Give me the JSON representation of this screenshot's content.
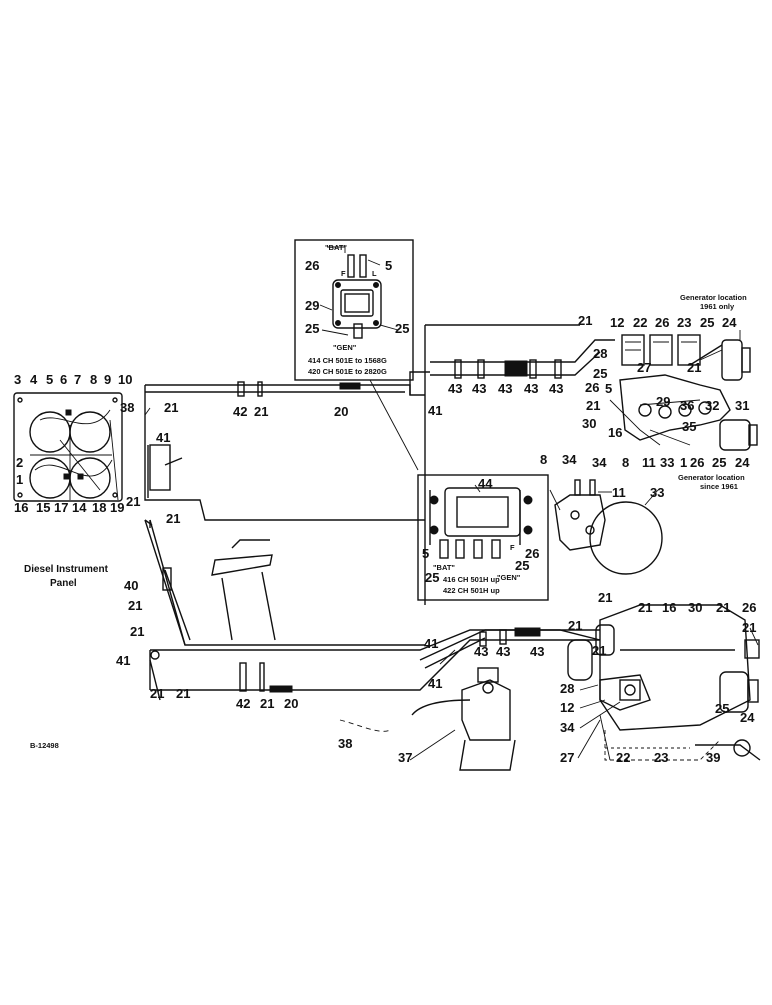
{
  "callouts": {
    "p3": "3",
    "p4": "4",
    "p5": "5",
    "p6": "6",
    "p7": "7",
    "p8": "8",
    "p9": "9",
    "p10": "10",
    "p38": "38",
    "p2": "2",
    "p1": "1",
    "p16": "16",
    "p15": "15",
    "p17": "17",
    "p14": "14",
    "p18": "18",
    "p19": "19",
    "top21a": "21",
    "top42": "42",
    "top21b": "21",
    "top20": "20",
    "left41": "41",
    "left21a": "21",
    "left21b": "21",
    "mid41": "41",
    "top43a": "43",
    "top43b": "43",
    "top43c": "43",
    "top43d": "43",
    "top43e": "43",
    "ins1_26": "26",
    "ins1_5": "5",
    "ins1_29": "29",
    "ins1_25a": "25",
    "ins1_25b": "25",
    "r21a": "21",
    "r12": "12",
    "r22": "22",
    "r26a": "26",
    "r23": "23",
    "r25a": "25",
    "r24a": "24",
    "r28": "28",
    "r27": "27",
    "r21b": "21",
    "r25b": "25",
    "r26b": "26",
    "r5": "5",
    "r29": "29",
    "r36": "36",
    "r32": "32",
    "r31": "31",
    "r21c": "21",
    "r30": "30",
    "r16": "16",
    "r35": "35",
    "r34": "34",
    "r8": "8",
    "r11": "11",
    "r33": "33",
    "r1": "1",
    "r26c": "26",
    "r25c": "25",
    "r24b": "24",
    "ins2_44": "44",
    "ins2_5": "5",
    "ins2_26": "26",
    "ins2_25a": "25",
    "ins2_25b": "25",
    "c8": "8",
    "c34": "34",
    "c11": "11",
    "c33": "33",
    "l40": "40",
    "l21a": "21",
    "l21b": "21",
    "l41": "41",
    "l21c": "21",
    "l21d": "21",
    "b42": "42",
    "b21": "21",
    "b20": "20",
    "b41a": "41",
    "b43a": "43",
    "b43b": "43",
    "b43c": "43",
    "b41b": "41",
    "b21a": "21",
    "b21b": "21",
    "b21c": "21",
    "b16": "16",
    "b30": "30",
    "b21d": "21",
    "b26": "26",
    "b21e": "21",
    "b21f": "21",
    "b28": "28",
    "b12": "12",
    "b34": "34",
    "b27": "27",
    "b22": "22",
    "b23": "23",
    "b39": "39",
    "b25": "25",
    "b24": "24",
    "b38": "38",
    "b37": "37"
  },
  "labels": {
    "panel_title_line1": "Diesel Instrument",
    "panel_title_line2": "Panel",
    "ins1_bat": "\"BAT\"",
    "ins1_gen": "\"GEN\"",
    "ins1_f": "F",
    "ins1_l": "L",
    "ins1_line1": "414 CH 501E to 1568G",
    "ins1_line2": "420 CH 501E to 2820G",
    "ins2_bat": "\"BAT\"",
    "ins2_gen": "\"GEN\"",
    "ins2_f": "F",
    "ins2_line1": "416 CH 501H up",
    "ins2_line2": "422 CH 501H up",
    "gen_loc_1961_line1": "Generator location",
    "gen_loc_1961_line2": "1961 only",
    "gen_loc_since_line1": "Generator location",
    "gen_loc_since_line2": "since 1961",
    "drawing_ref": "B-12498"
  }
}
